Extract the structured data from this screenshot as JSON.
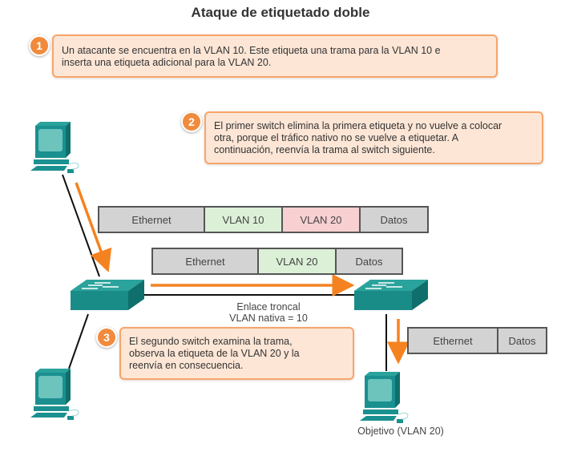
{
  "title": "Ataque de etiquetado doble",
  "steps": [
    {
      "number": "1",
      "text_lines": [
        "Un atacante se encuentra en la VLAN 10. Este etiqueta una trama para la VLAN 10 e",
        "inserta una etiqueta adicional para la VLAN 20."
      ]
    },
    {
      "number": "2",
      "text_lines": [
        "El primer switch elimina la primera etiqueta y no vuelve a colocar",
        "otra, porque el tráfico nativo no se vuelve a etiquetar. A",
        "continuación, reenvía la trama al switch siguiente."
      ]
    },
    {
      "number": "3",
      "text_lines": [
        "El segundo switch examina la trama,",
        "observa la etiqueta de la VLAN 20 y la",
        "reenvía en consecuencia."
      ]
    }
  ],
  "frames": {
    "original": [
      "Ethernet",
      "VLAN 10",
      "VLAN 20",
      "Datos"
    ],
    "after_first_switch": [
      "Ethernet",
      "VLAN 20",
      "Datos"
    ],
    "delivered": [
      "Ethernet",
      "Datos"
    ]
  },
  "trunk_label": {
    "line1": "Enlace troncal",
    "line2": "VLAN nativa = 10"
  },
  "target_label": "Objetivo (VLAN 20)",
  "colors": {
    "callout_bg": "#fde6d6",
    "callout_border": "#f7a56a",
    "badge": "#f08b3d",
    "arrow": "#f58220",
    "device": "#1a9090",
    "tag_green": "#dcf0d8",
    "tag_pink": "#f8d0d2",
    "cell_gray": "#d3d3d3"
  }
}
